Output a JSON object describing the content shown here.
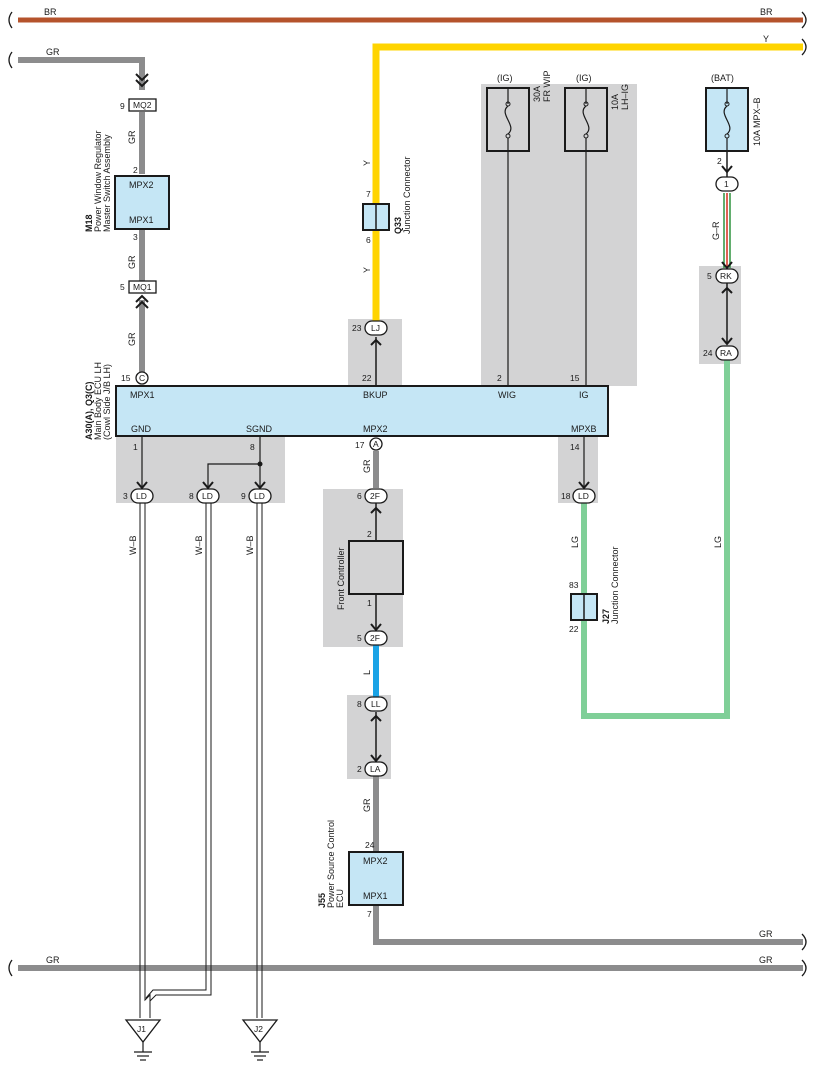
{
  "colors": {
    "BR": "#b5532c",
    "Y": "#ffd400",
    "GR": "#8c8c8d",
    "L": "#1aa3e6",
    "LG": "#7fcf98",
    "G_R_green": "#3a9a4a",
    "G_R_red": "#d93a2a",
    "component_fill": "#c5e6f5",
    "shaded_area": "#d3d3d4",
    "stroke": "#1a1a1a"
  },
  "wires": {
    "br_left": "BR",
    "br_right": "BR",
    "y_right": "Y",
    "y_vertical_top": "Y",
    "y_vertical_bottom": "Y",
    "gr_top_left": "GR",
    "gr_m18_top": "GR",
    "gr_m18_bottom": "GR",
    "gr_mq1_bottom": "GR",
    "gr_mpx2": "GR",
    "gr_j55": "GR",
    "gr_bottom_right_1": "GR",
    "gr_bottom_right_2": "GR",
    "gr_bottom_left": "GR",
    "l_front": "L",
    "lg_mpxb": "LG",
    "lg_right": "LG",
    "g_r": "G–R",
    "wb_1": "W–B",
    "wb_2": "W–B",
    "wb_3": "W–B"
  },
  "components": {
    "m18": {
      "code": "M18",
      "name_line1": "Power Window Regulator",
      "name_line2": "Master Switch Assembly",
      "pin_top_label": "MPX2",
      "pin_bottom_label": "MPX1",
      "pin_top": "2",
      "pin_bottom": "3"
    },
    "ecu": {
      "code": "A30(A), Q3(C)",
      "name_line1": "Main Body ECU LH",
      "name_line2": "(Cowl Side J/B LH)",
      "labels": {
        "mpx1": "MPX1",
        "bkup": "BKUP",
        "wig": "WIG",
        "ig": "IG",
        "gnd": "GND",
        "sgnd": "SGND",
        "mpx2": "MPX2",
        "mpxb": "MPXB"
      },
      "pins": {
        "mpx1": "15",
        "bkup": "22",
        "wig": "2",
        "ig": "15",
        "gnd": "1",
        "sgnd": "8",
        "mpx2": "17",
        "mpxb": "14"
      },
      "connector_c": "C",
      "connector_a": "A"
    },
    "q33": {
      "code": "Q33",
      "name": "Junction Connector",
      "pin_top": "7",
      "pin_bottom": "6"
    },
    "j27": {
      "code": "J27",
      "name": "Junction Connector",
      "pin_top": "83",
      "pin_bottom": "22"
    },
    "front_controller": {
      "name": "Front Controller",
      "pin_top": "2",
      "pin_bottom": "1"
    },
    "j55": {
      "code": "J55",
      "name_line1": "Power Source Control",
      "name_line2": "ECU",
      "pin_top_label": "MPX2",
      "pin_bottom_label": "MPX1",
      "pin_top": "24",
      "pin_bottom": "7"
    }
  },
  "fuses": {
    "wip": {
      "supply": "(IG)",
      "rating": "30A",
      "name": "FR WIP"
    },
    "lhig": {
      "supply": "(IG)",
      "rating": "10A",
      "name": "LH–IG"
    },
    "mpxb": {
      "supply": "(BAT)",
      "label": "10A MPX–B",
      "pin": "2"
    }
  },
  "connectors": {
    "mq2": {
      "code": "MQ2",
      "pin": "9"
    },
    "mq1": {
      "code": "MQ1",
      "pin": "5"
    },
    "lj": {
      "code": "LJ",
      "pin": "23"
    },
    "rk": {
      "code": "RK",
      "pin": "5"
    },
    "ra": {
      "code": "RA",
      "pin": "24"
    },
    "fuse_conn": {
      "code": "1"
    },
    "ld3": {
      "code": "LD",
      "pin": "3"
    },
    "ld8": {
      "code": "LD",
      "pin": "8"
    },
    "ld9": {
      "code": "LD",
      "pin": "9"
    },
    "ld18": {
      "code": "LD",
      "pin": "18"
    },
    "f2_top": {
      "code": "2F",
      "pin": "6"
    },
    "f2_bot": {
      "code": "2F",
      "pin": "5"
    },
    "ll": {
      "code": "LL",
      "pin": "8"
    },
    "la": {
      "code": "LA",
      "pin": "2"
    }
  },
  "grounds": {
    "j1": "J1",
    "j2": "J2"
  }
}
